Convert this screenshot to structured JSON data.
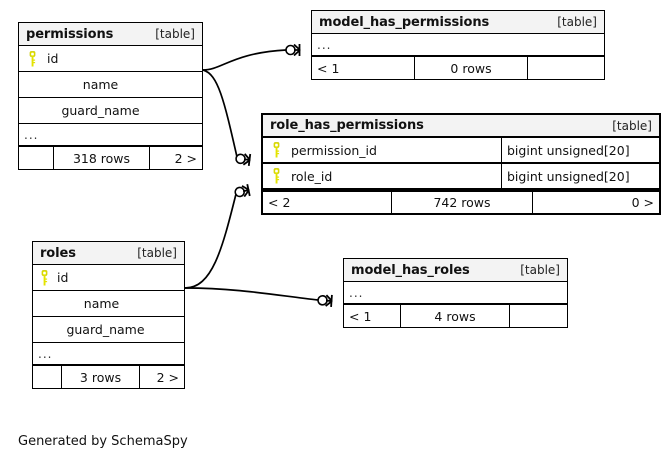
{
  "diagram": {
    "title": "SchemaSpy relationships diagram",
    "caption": "Generated by SchemaSpy",
    "background": "#ffffff",
    "line_color": "#000000",
    "header_fill": "#f3f3f3",
    "key_icon_color": "#e3e300",
    "table_type_label": "[table]",
    "ellipsis": "..."
  },
  "tables": {
    "permissions": {
      "name": "permissions",
      "type_label": "[table]",
      "columns": [
        {
          "name": "id",
          "key": "primary-key-icon",
          "type": ""
        },
        {
          "name": "name",
          "key": "",
          "type": ""
        },
        {
          "name": "guard_name",
          "key": "",
          "type": ""
        }
      ],
      "more_indicator": "...",
      "footer": {
        "left": "",
        "center": "318 rows",
        "right": "2 >"
      }
    },
    "model_has_permissions": {
      "name": "model_has_permissions",
      "type_label": "[table]",
      "columns": [],
      "more_indicator": "...",
      "footer": {
        "left": "< 1",
        "center": "0 rows",
        "right": ""
      }
    },
    "role_has_permissions": {
      "name": "role_has_permissions",
      "type_label": "[table]",
      "columns": [
        {
          "name": "permission_id",
          "key": "primary-key-icon",
          "type": "bigint unsigned[20]"
        },
        {
          "name": "role_id",
          "key": "primary-key-icon",
          "type": "bigint unsigned[20]"
        }
      ],
      "more_indicator": "",
      "footer": {
        "left": "< 2",
        "center": "742 rows",
        "right": "0 >"
      }
    },
    "roles": {
      "name": "roles",
      "type_label": "[table]",
      "columns": [
        {
          "name": "id",
          "key": "primary-key-icon",
          "type": ""
        },
        {
          "name": "name",
          "key": "",
          "type": ""
        },
        {
          "name": "guard_name",
          "key": "",
          "type": ""
        }
      ],
      "more_indicator": "...",
      "footer": {
        "left": "",
        "center": "3 rows",
        "right": "2 >"
      }
    },
    "model_has_roles": {
      "name": "model_has_roles",
      "type_label": "[table]",
      "columns": [],
      "more_indicator": "...",
      "footer": {
        "left": "< 1",
        "center": "4 rows",
        "right": ""
      }
    }
  },
  "relationships": [
    {
      "from": "permissions.id",
      "to": "model_has_permissions",
      "marker": "crows-foot-optional"
    },
    {
      "from": "permissions.id",
      "to": "role_has_permissions.permission_id",
      "marker": "crows-foot-optional"
    },
    {
      "from": "roles.id",
      "to": "role_has_permissions.role_id",
      "marker": "crows-foot-optional"
    },
    {
      "from": "roles.id",
      "to": "model_has_roles",
      "marker": "crows-foot-optional"
    }
  ]
}
